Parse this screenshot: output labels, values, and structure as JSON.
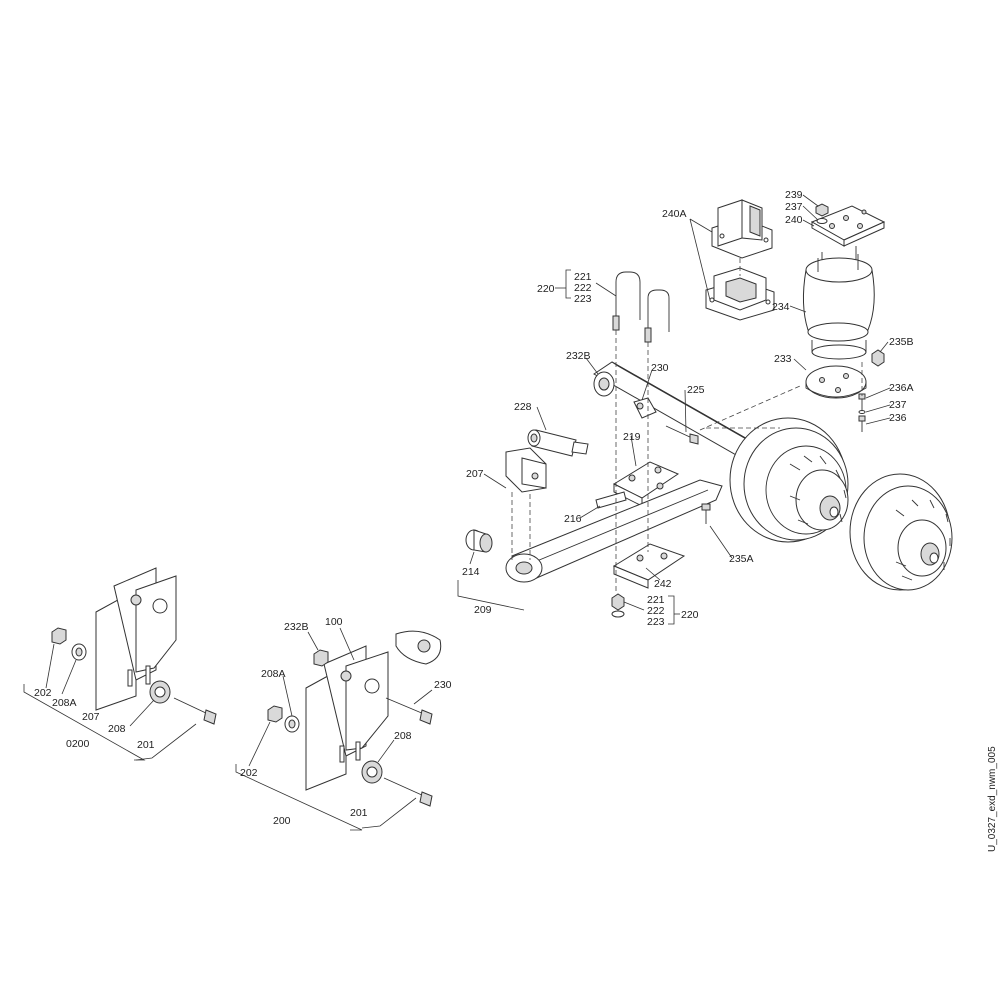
{
  "drawing_id": "U_0327_exd_nwm_005",
  "labels": {
    "l220a": "220",
    "l221a": "221",
    "l222a": "222",
    "l223a": "223",
    "l240A": "240A",
    "l239": "239",
    "l237a": "237",
    "l240": "240",
    "l234": "234",
    "l232Ba": "232B",
    "l230a": "230",
    "l225": "225",
    "l228": "228",
    "l219": "219",
    "l207a": "207",
    "l216": "216",
    "l233": "233",
    "l235B": "235B",
    "l236A": "236A",
    "l237b": "237",
    "l236": "236",
    "l235A": "235A",
    "l214": "214",
    "l209": "209",
    "l242": "242",
    "l221b": "221",
    "l222b": "222",
    "l223b": "223",
    "l220b": "220",
    "l202a": "202",
    "l208Aa": "208A",
    "l207b": "207",
    "l208a": "208",
    "l0200": "0200",
    "l201a": "201",
    "l232Bb": "232B",
    "l100": "100",
    "l208Ab": "208A",
    "l230b": "230",
    "l208b": "208",
    "l202b": "202",
    "l201b": "201",
    "l200": "200"
  }
}
